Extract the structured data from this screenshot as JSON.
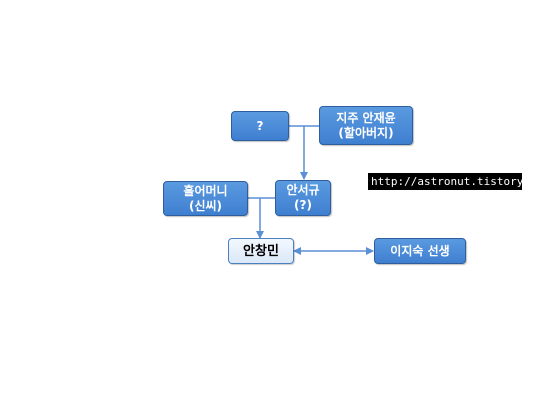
{
  "nodes": {
    "unknown": {
      "text": "?"
    },
    "jiju": {
      "line1": "지주 안재윤",
      "line2": "(할아버지)"
    },
    "grandmother": {
      "line1": "흘어머니",
      "line2": "(신씨)"
    },
    "ahn_seogyu": {
      "line1": "안서규",
      "line2": "(?)"
    },
    "ahn_changmin": {
      "text": "안창민"
    },
    "teacher": {
      "text": "이지숙 선생"
    }
  },
  "watermark": "http://astronut.tistory.com",
  "colors": {
    "node_fill": "#4a8ad8",
    "node_border": "#2f5e9e",
    "connector": "#5b8fd6",
    "center_fill": "#e8f1fb"
  }
}
